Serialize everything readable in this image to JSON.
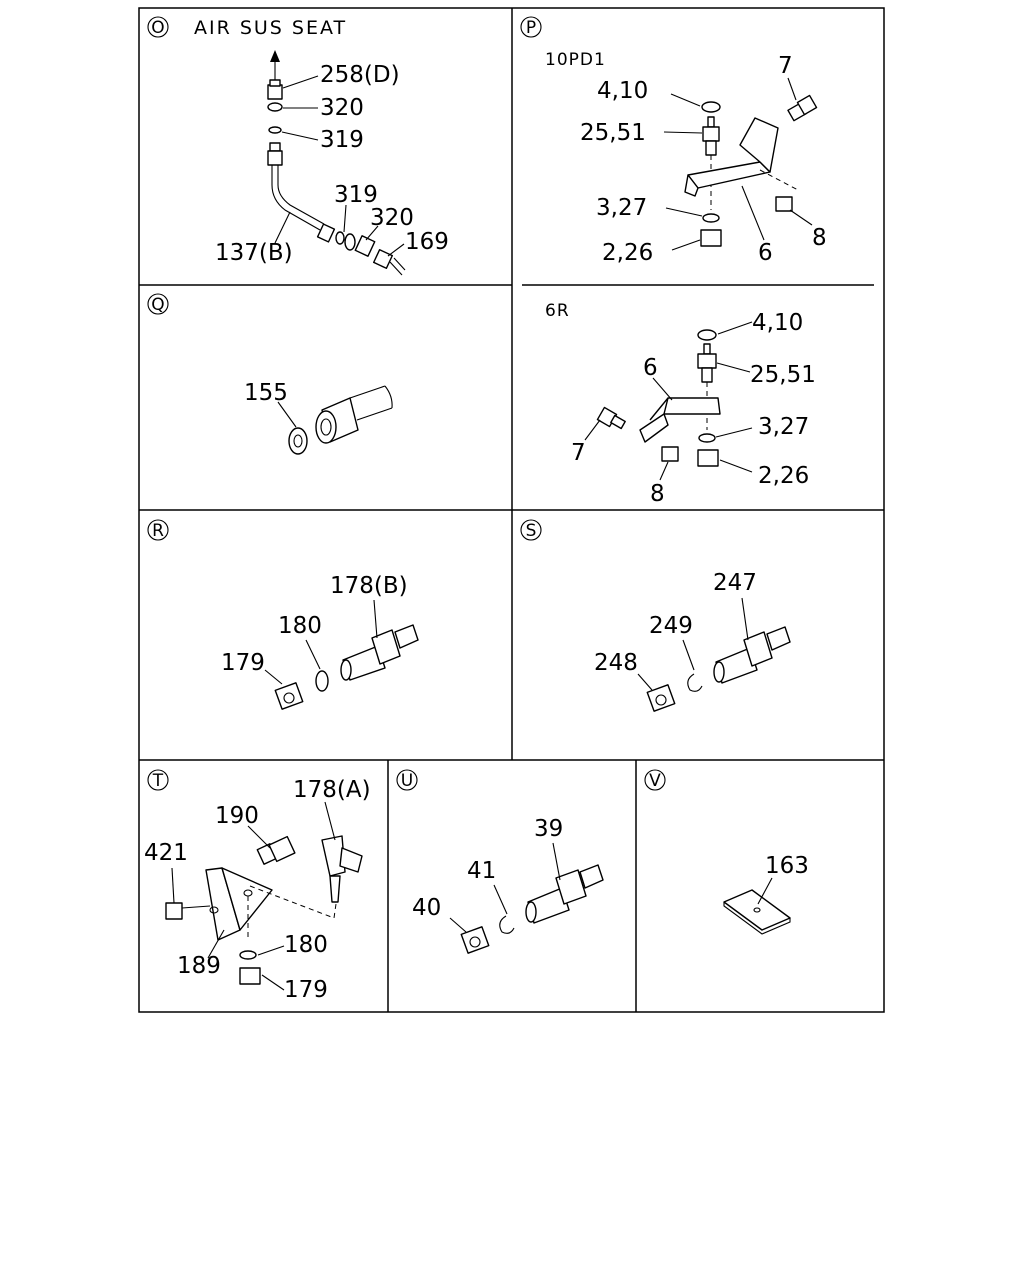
{
  "panels": {
    "O": {
      "letter": "O",
      "title": "AIR SUS SEAT",
      "labels": {
        "p258": "258(D)",
        "p320a": "320",
        "p319a": "319",
        "p319b": "319",
        "p320b": "320",
        "p169": "169",
        "p137": "137(B)"
      }
    },
    "P": {
      "letter": "P",
      "sub_top": "10PD1",
      "sub_bottom": "6R",
      "top": {
        "p4": "4,10",
        "p7": "7",
        "p25": "25,51",
        "p3": "3,27",
        "p2": "2,26",
        "p6": "6",
        "p8": "8"
      },
      "bottom": {
        "p4": "4,10",
        "p25": "25,51",
        "p6": "6",
        "p3": "3,27",
        "p7": "7",
        "p2": "2,26",
        "p8": "8"
      }
    },
    "Q": {
      "letter": "Q",
      "labels": {
        "p155": "155"
      }
    },
    "R": {
      "letter": "R",
      "labels": {
        "p178": "178(B)",
        "p180": "180",
        "p179": "179"
      }
    },
    "S": {
      "letter": "S",
      "labels": {
        "p247": "247",
        "p249": "249",
        "p248": "248"
      }
    },
    "T": {
      "letter": "T",
      "labels": {
        "p178": "178(A)",
        "p190": "190",
        "p421": "421",
        "p180": "180",
        "p189": "189",
        "p179": "179"
      }
    },
    "U": {
      "letter": "U",
      "labels": {
        "p39": "39",
        "p41": "41",
        "p40": "40"
      }
    },
    "V": {
      "letter": "V",
      "labels": {
        "p163": "163"
      }
    }
  }
}
